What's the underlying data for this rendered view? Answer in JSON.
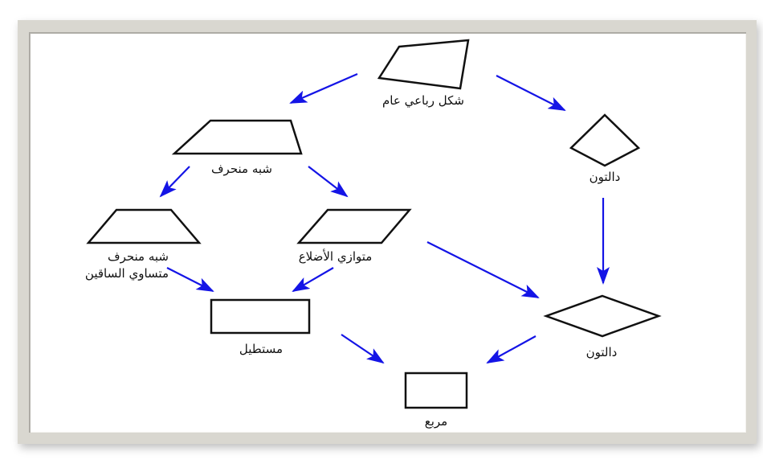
{
  "diagram": {
    "title": "",
    "colors": {
      "arrow": "#1414e6",
      "shape_stroke": "#111111",
      "frame": "#d9d7d0",
      "background": "#ffffff"
    },
    "nodes": [
      {
        "id": "general",
        "label": "شكل رباعي عام",
        "shape": "irregular-quadrilateral"
      },
      {
        "id": "trapezoid",
        "label": "شبه منحرف",
        "shape": "trapezoid"
      },
      {
        "id": "kite1",
        "label": "دالتون",
        "shape": "kite"
      },
      {
        "id": "isosceles",
        "label_line1": "شبه منحرف",
        "label_line2": "متساوي الساقين",
        "shape": "isosceles-trapezoid"
      },
      {
        "id": "parallelogram",
        "label": "متوازي الأضلاع",
        "shape": "parallelogram"
      },
      {
        "id": "rectangle",
        "label": "مستطيل",
        "shape": "rectangle"
      },
      {
        "id": "rhombus",
        "label": "دالتون",
        "shape": "rhombus"
      },
      {
        "id": "square",
        "label": "مربع",
        "shape": "square"
      }
    ],
    "edges": [
      {
        "from": "general",
        "to": "trapezoid"
      },
      {
        "from": "general",
        "to": "kite1"
      },
      {
        "from": "trapezoid",
        "to": "isosceles"
      },
      {
        "from": "trapezoid",
        "to": "parallelogram"
      },
      {
        "from": "kite1",
        "to": "rhombus"
      },
      {
        "from": "isosceles",
        "to": "rectangle"
      },
      {
        "from": "parallelogram",
        "to": "rectangle"
      },
      {
        "from": "parallelogram",
        "to": "rhombus"
      },
      {
        "from": "rectangle",
        "to": "square"
      },
      {
        "from": "rhombus",
        "to": "square"
      }
    ]
  }
}
